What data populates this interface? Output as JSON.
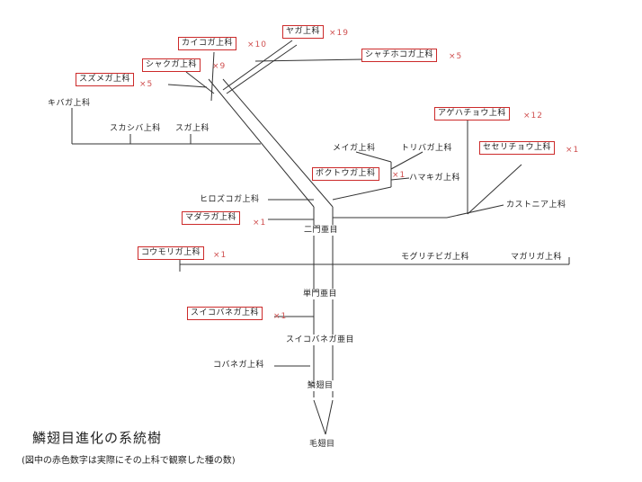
{
  "title": "鱗翅目進化の系統樹",
  "note": "(図中の赤色数字は実際にその上科で観察した種の数)",
  "taxa": {
    "yaga": "ヤガ上科",
    "kaikoga": "カイコガ上科",
    "shachihokoga": "シャチホコガ上科",
    "shakuga": "シャクガ上科",
    "suzumega": "スズメガ上科",
    "kibaga": "キバガ上科",
    "sukashiba": "スカシバ上科",
    "suga": "スガ上科",
    "agehachou": "アゲハチョウ上科",
    "meiga": "メイガ上科",
    "toribaga": "トリバガ上科",
    "seserichou": "セセリチョウ上科",
    "bokutouga": "ボクトウガ上科",
    "hamakiga": "ハマキガ上科",
    "hirozukoga": "ヒロズコガ上科",
    "madaraga": "マダラガ上科",
    "kasutonia": "カストニア上科",
    "koumoriga": "コウモリガ上科",
    "mogurichibiga": "モグリチビガ上科",
    "magariga": "マガリガ上科",
    "suikobanega": "スイコバネガ上科",
    "kobanega": "コバネガ上科"
  },
  "groups": {
    "nimon": "二門亜目",
    "tanmon": "単門亜目",
    "suikobanega_sub": "スイコバネガ亜目",
    "rinshi": "鱗翅目",
    "moushi": "毛翅目"
  },
  "counts": {
    "yaga": "×19",
    "kaikoga": "×10",
    "shachihokoga": "×5",
    "shakuga": "×9",
    "suzumega": "×5",
    "agehachou": "×12",
    "seserichou": "×1",
    "bokutouga": "×1",
    "madaraga": "×1",
    "koumoriga": "×1",
    "suikobanega": "×1"
  }
}
